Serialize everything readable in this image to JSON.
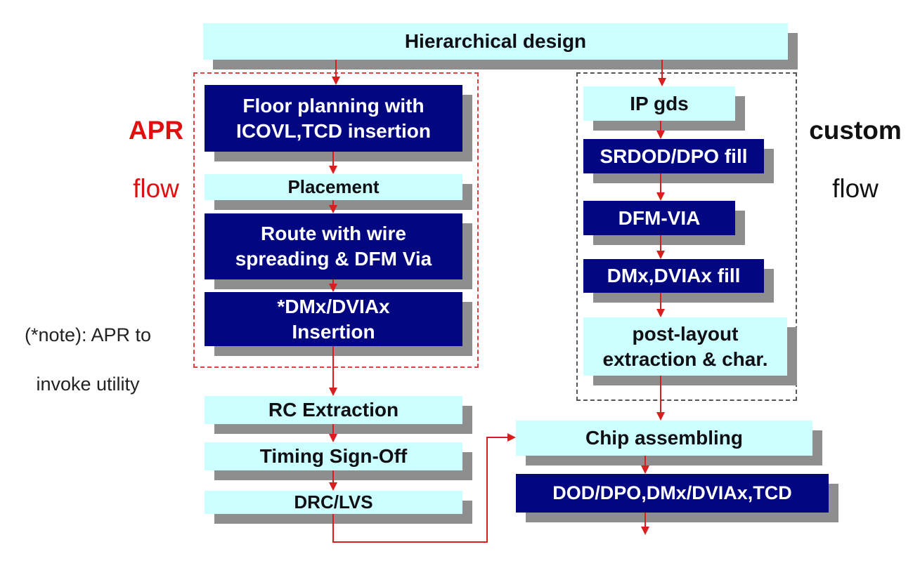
{
  "colors": {
    "light_box": "#ccffff",
    "dark_box": "#020680",
    "arrow": "#d81e1e",
    "apr_frame": "#e04040",
    "custom_frame": "#555555",
    "shadow": "#8e8e8e"
  },
  "apr_label": {
    "line1": "APR",
    "line2": "flow"
  },
  "custom_label": {
    "line1": "custom",
    "line2": "flow"
  },
  "note": {
    "line1": "(*note): APR to",
    "line2": "invoke utility"
  },
  "boxes": {
    "hierarchical": "Hierarchical design",
    "floor_planning": "Floor planning with\nICOVL,TCD insertion",
    "placement": "Placement",
    "route": "Route with wire\nspreading & DFM Via",
    "dmx_insertion": "*DMx/DVIAx\nInsertion",
    "rc_extraction": "RC Extraction",
    "timing_signoff": "Timing Sign-Off",
    "drc_lvs": "DRC/LVS",
    "ip_gds": "IP gds",
    "srdod_fill": "SRDOD/DPO fill",
    "dfm_via": "DFM-VIA",
    "dmx_fill": "DMx,DVIAx fill",
    "post_layout": "post-layout\nextraction & char.",
    "chip_assembling": "Chip assembling",
    "dod_dpo": "DOD/DPO,DMx/DVIAx,TCD"
  }
}
